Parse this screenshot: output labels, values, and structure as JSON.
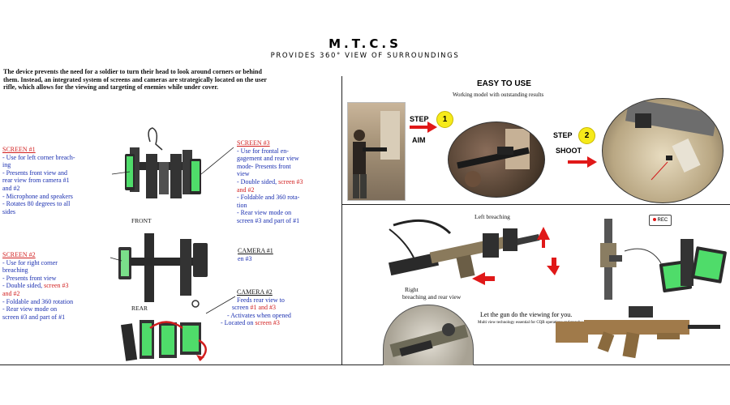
{
  "header": {
    "title": "M.T.C.S",
    "subtitle": "PROVIDES 360° VIEW OF SURROUNDINGS"
  },
  "intro": "The device prevents the need for a soldier to turn their head to look around corners or behind them. Instead, an integrated system of screens and cameras are strategically located on the user rifle, which allows for the viewing and targeting of enemies while under cover.",
  "screen1": {
    "heading": "SCREEN #1",
    "lines": [
      "- Use for left corner breach-",
      "ing",
      "- Presents front view and",
      "rear view from camera #1",
      "and #2",
      "- Microphone and speakers",
      "- Rotates 80 degrees to all",
      "sides"
    ]
  },
  "screen3": {
    "heading": "SCREEN #3",
    "lines": [
      "- Use for frontal en-",
      "gagement and rear view",
      "mode- Presents front",
      "view",
      "- Double sided, screen #3",
      "and #2",
      "- Foldable and 360 rota-",
      "tion",
      "- Rear view mode on",
      "screen #3 and part of #1"
    ]
  },
  "screen2": {
    "heading": "SCREEN #2",
    "lines": [
      "- Use for right corner",
      "breaching",
      "- Presents front view",
      "- Double sided, screen #3",
      "and #2",
      "- Foldable and 360 rotation",
      "- Rear view mode on",
      "screen #3 and part of #1"
    ]
  },
  "camera1": {
    "heading": "CAMERA #1",
    "line": "en #3"
  },
  "camera2": {
    "heading": "CAMERA #2",
    "lines": [
      "Feeds rear view to",
      "screen #1 and #3",
      "- Activates when opened",
      "- Located on screen #3"
    ]
  },
  "labels": {
    "front": "FRONT",
    "rear": "REAR",
    "left_breaching": "Left breaching",
    "right_breaching_1": "Right",
    "right_breaching_2": "breaching and rear view"
  },
  "easy": {
    "heading": "EASY TO USE",
    "sub": "Working model with outstanding results",
    "step_label": "STEP",
    "step1_num": "1",
    "step1_action": "AIM",
    "step2_num": "2",
    "step2_action": "SHOOT"
  },
  "rec": "REC",
  "tagline": {
    "main": "Let the gun do the viewing for you.",
    "small": "Multi view technology essential for CQB operations and trench warfare."
  },
  "colors": {
    "blue_text": "#1a2fb0",
    "red_text": "#d11e1e",
    "screen_green": "#4fdc6a",
    "rifle_tan": "#a07a4a",
    "badge_yellow": "#f6ea1a"
  }
}
